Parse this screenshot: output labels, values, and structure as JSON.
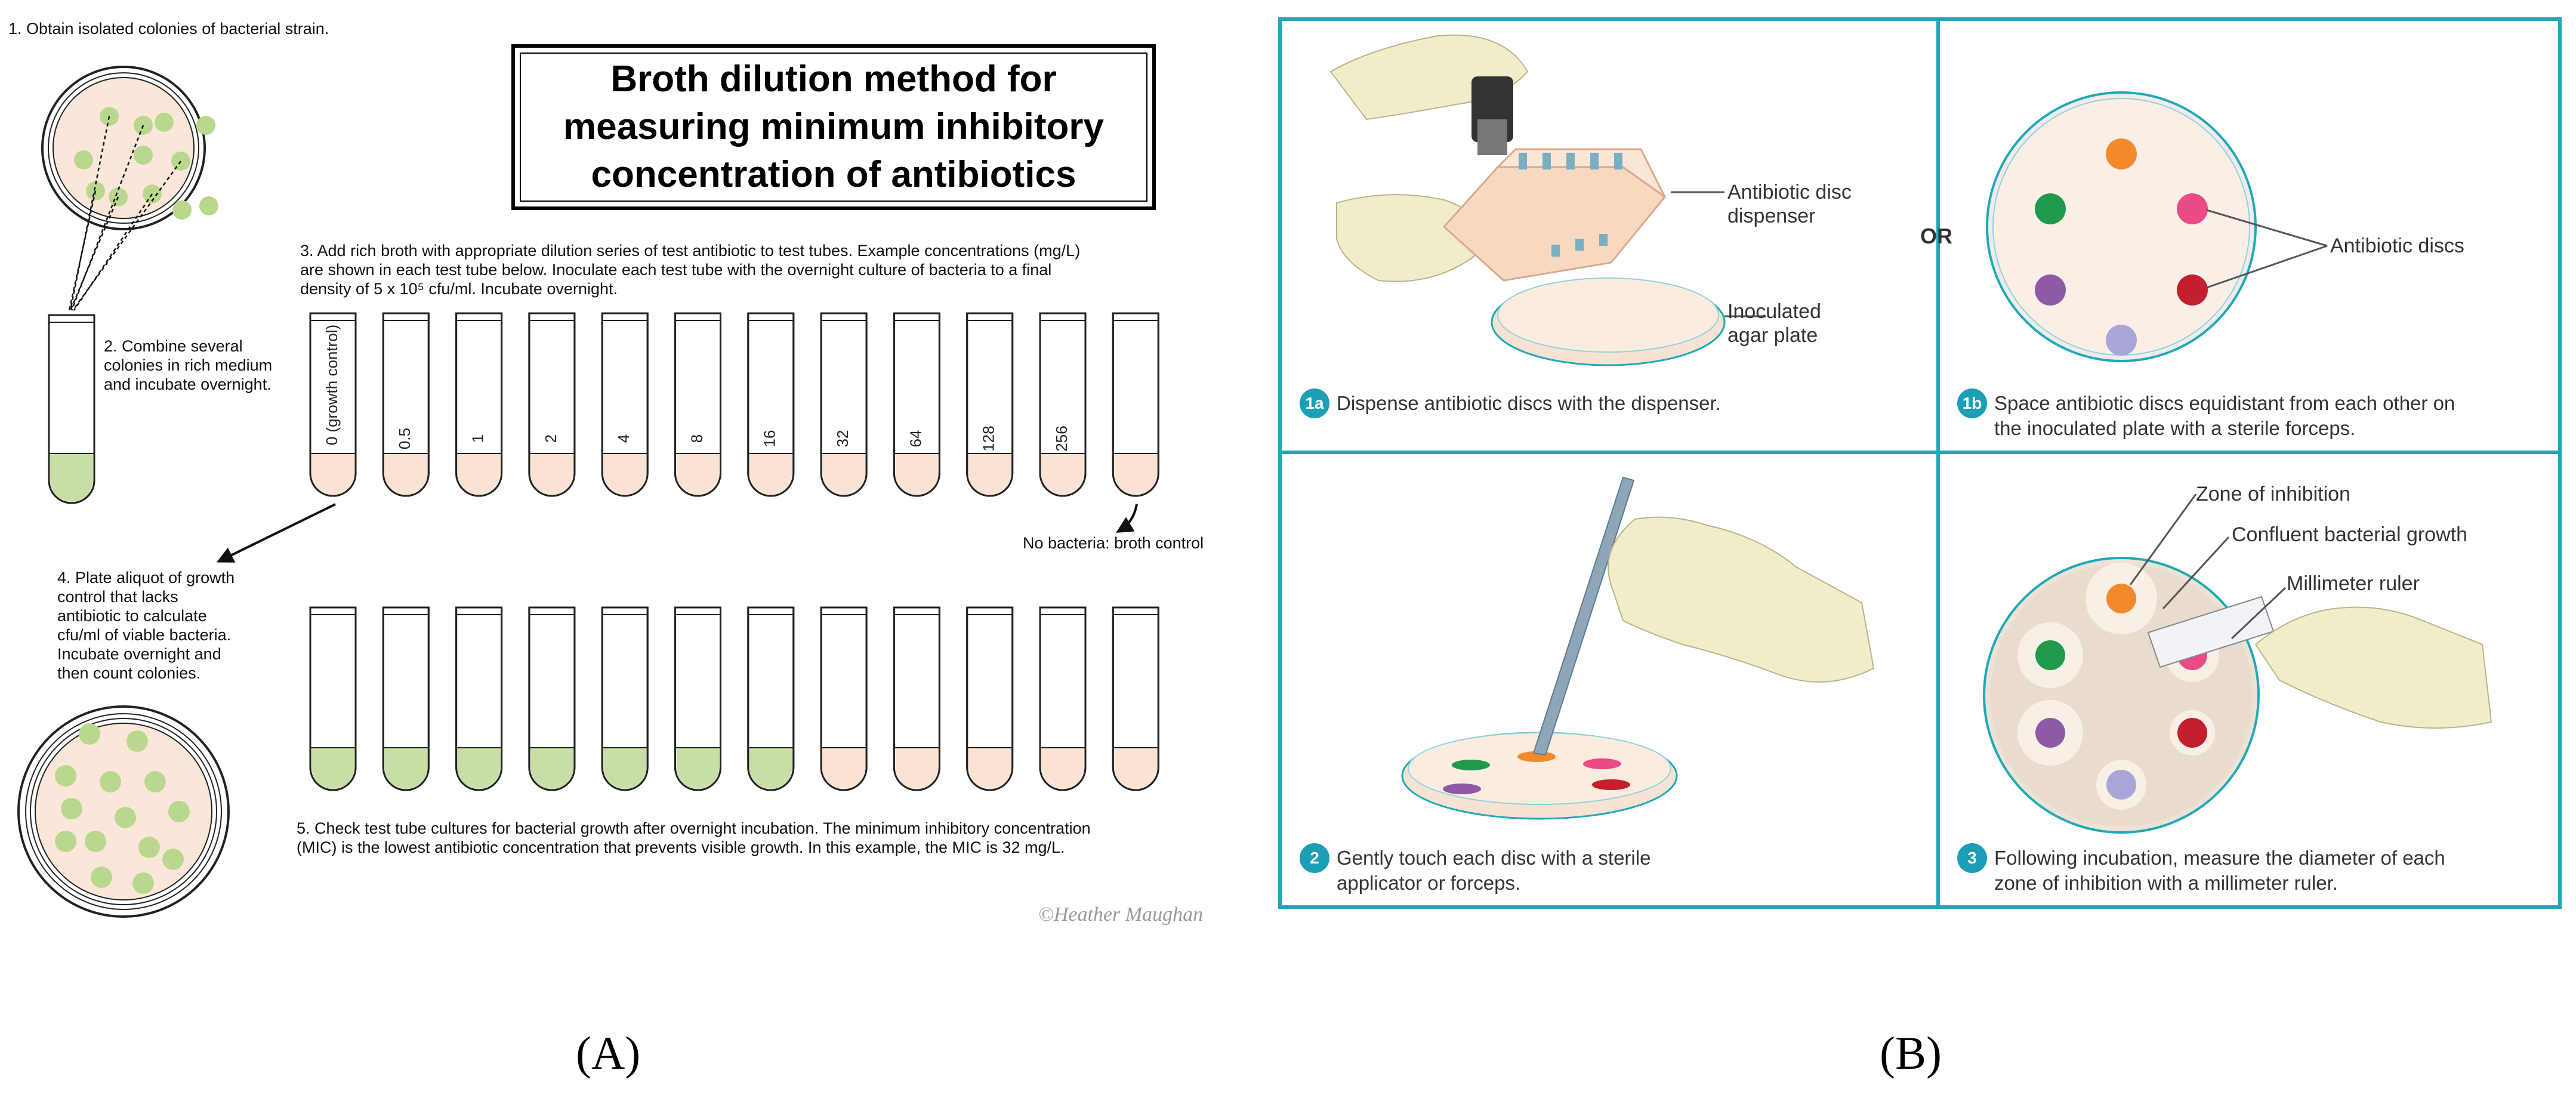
{
  "panel_a": {
    "title": "Broth dilution method for\nmeasuring minimum inhibitory\nconcentration of antibiotics",
    "step1": "1. Obtain isolated colonies of bacterial strain.",
    "step2": "2. Combine several\ncolonies in rich medium\nand incubate overnight.",
    "step3": "3. Add rich broth with appropriate dilution series of test antibiotic to test tubes.  Example concentrations (mg/L)\nare shown in each test tube below.  Inoculate each test tube with the overnight culture of bacteria to a final\ndensity of 5 x 10⁵ cfu/ml. Incubate overnight.",
    "tube_labels": [
      "0 (growth control)",
      "0.5",
      "1",
      "2",
      "4",
      "8",
      "16",
      "32",
      "64",
      "128",
      "256",
      ""
    ],
    "no_bacteria_label": "No bacteria: broth control",
    "step4": "4. Plate aliquot of growth\ncontrol that lacks\nantibiotic to calculate\ncfu/ml of viable bacteria.\nIncubate overnight and\nthen count colonies.",
    "step5": "5. Check test tube cultures for bacterial growth after overnight incubation.  The minimum inhibitory concentration\n(MIC) is the lowest antibiotic concentration that prevents visible growth. In this example, the MIC is 32 mg/L.",
    "growth_after_incubation": [
      true,
      true,
      true,
      true,
      true,
      true,
      true,
      false,
      false,
      false,
      false,
      false
    ],
    "copyright": "©Heather Maughan",
    "caption": "(A)"
  },
  "panel_b": {
    "or_label": "OR",
    "step1a_badge": "1a",
    "step1a_text": "Dispense antibiotic discs with the dispenser.",
    "dispenser_label": "Antibiotic disc\ndispenser",
    "plate_label": "Inoculated\nagar plate",
    "step1b_badge": "1b",
    "step1b_text": "Space antibiotic discs equidistant from each other on\nthe inoculated plate with a sterile forceps.",
    "discs_label": "Antibiotic discs",
    "step2_badge": "2",
    "step2_text": "Gently touch each disc with a sterile\napplicator or forceps.",
    "zone_label": "Zone of inhibition",
    "confluent_label": "Confluent bacterial growth",
    "ruler_label": "Millimeter ruler",
    "step3_badge": "3",
    "step3_text": "Following incubation, measure the diameter of each\nzone of inhibition with a millimeter ruler.",
    "caption": "(B)"
  },
  "colors": {
    "broth": "#fbe3d3",
    "growth": "#c7dfa6",
    "colony": "#b9d88e",
    "plate_fill": "#fbe7d9",
    "teal_border": "#1fa9b8",
    "disc_orange": "#f28a2b",
    "disc_green": "#1e9a4a",
    "disc_pink": "#ea4b86",
    "disc_purple": "#8e5aa8",
    "disc_red": "#c41f2e",
    "disc_lavender": "#a8a6d8"
  }
}
